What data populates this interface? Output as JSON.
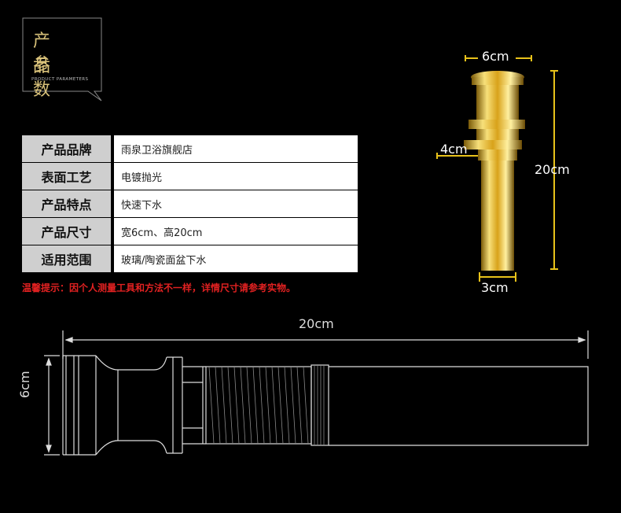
{
  "badge": {
    "line1": "产  品",
    "line2": "参  数",
    "subtitle": "PRODUCT PARAMETERS"
  },
  "params": [
    {
      "key": "产品品牌",
      "value": "雨泉卫浴旗舰店"
    },
    {
      "key": "表面工艺",
      "value": "电镀抛光"
    },
    {
      "key": "产品特点",
      "value": "快速下水"
    },
    {
      "key": "产品尺寸",
      "value": "宽6cm、高20cm"
    },
    {
      "key": "适用范围",
      "value": "玻璃/陶瓷面盆下水"
    }
  ],
  "note": "温馨提示：因个人测量工具和方法不一样，详情尺寸请参考实物。",
  "dims": {
    "top_width": "6cm",
    "thread": "4cm",
    "height": "20cm",
    "bottom": "3cm",
    "length": "20cm",
    "diameter": "6cm"
  },
  "colors": {
    "gold": "#e8c21a",
    "note_red": "#e12121",
    "label_gray": "#cfcfcf"
  }
}
